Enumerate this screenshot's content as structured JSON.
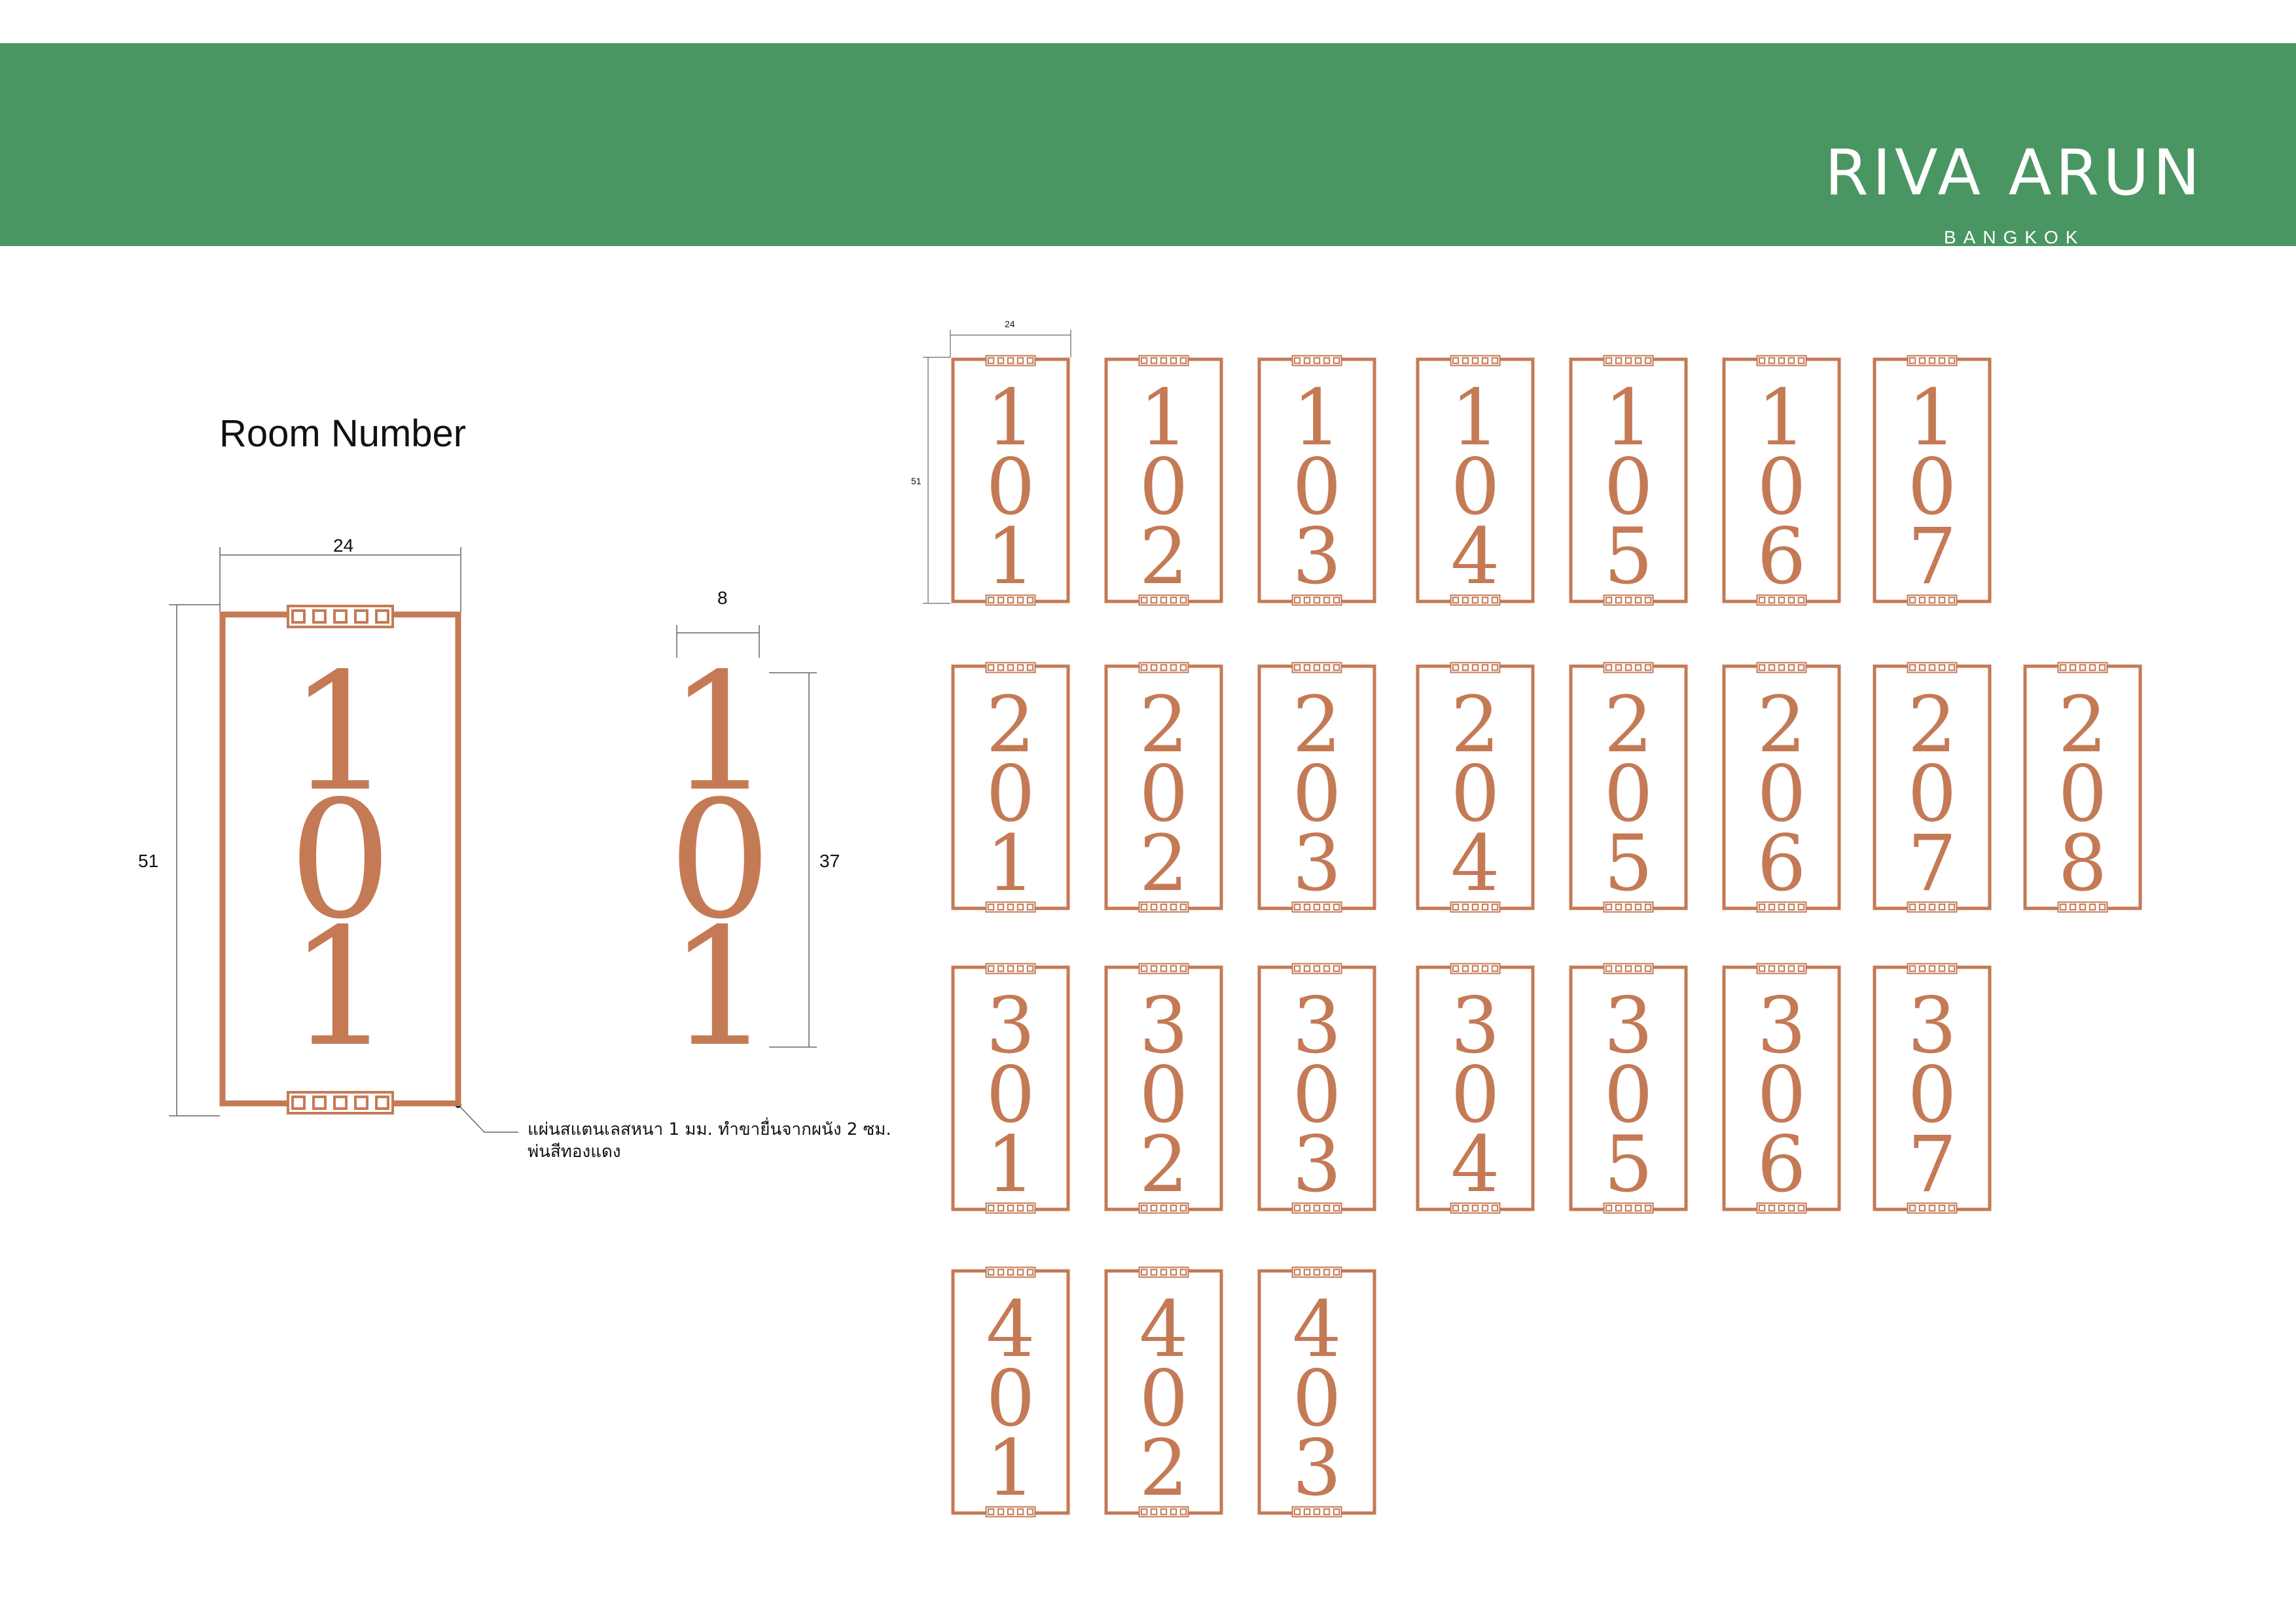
{
  "brand": {
    "name": "RIVA ARUN",
    "location": "BANGKOK"
  },
  "title": "Room Number",
  "colors": {
    "header_green": "#4a9662",
    "copper": "#c47a55",
    "text": "#111111"
  },
  "detail": {
    "plate_width": "24",
    "plate_height": "51",
    "digit_width": "8",
    "digit_height": "37",
    "sample_number": "101",
    "note_line1": "แผ่นสแตนเลสหนา 1 มม. ทำขายื่นจากผนัง 2 ซม.",
    "note_line2": "พ่นสีทองแดง"
  },
  "grid_dims": {
    "width": "24",
    "height": "51"
  },
  "rooms": [
    [
      "101",
      "102",
      "103",
      "104",
      "105",
      "106",
      "107"
    ],
    [
      "201",
      "202",
      "203",
      "204",
      "205",
      "206",
      "207",
      "208"
    ],
    [
      "301",
      "302",
      "303",
      "304",
      "305",
      "306",
      "307"
    ],
    [
      "401",
      "402",
      "403"
    ]
  ]
}
